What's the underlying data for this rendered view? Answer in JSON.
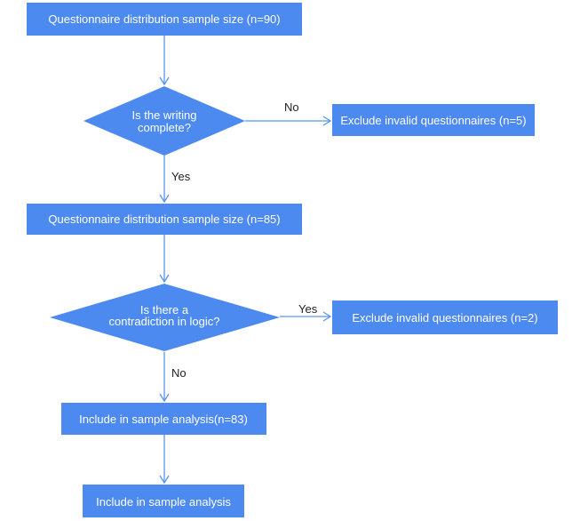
{
  "colors": {
    "node_fill": "#4d8af0",
    "connector": "#5a94f0",
    "node_text": "#ffffff",
    "edge_label_text": "#222222"
  },
  "nodes": {
    "start": {
      "label": "Questionnaire distribution sample size (n=90)"
    },
    "decision_writing": {
      "line1": "Is the writing",
      "line2": "complete?"
    },
    "exclude_incomplete": {
      "label": "Exclude invalid questionnaires (n=5)"
    },
    "after_writing": {
      "label": "Questionnaire distribution sample size (n=85)"
    },
    "decision_logic": {
      "line1": "Is there a",
      "line2": "contradiction in logic?"
    },
    "exclude_contradiction": {
      "label": "Exclude invalid questionnaires (n=2)"
    },
    "include_n": {
      "label": "Include in sample analysis(n=83)"
    },
    "include_final": {
      "label": "Include in sample analysis"
    }
  },
  "edges": {
    "writing_no": "No",
    "writing_yes": "Yes",
    "logic_yes": "Yes",
    "logic_no": "No"
  }
}
